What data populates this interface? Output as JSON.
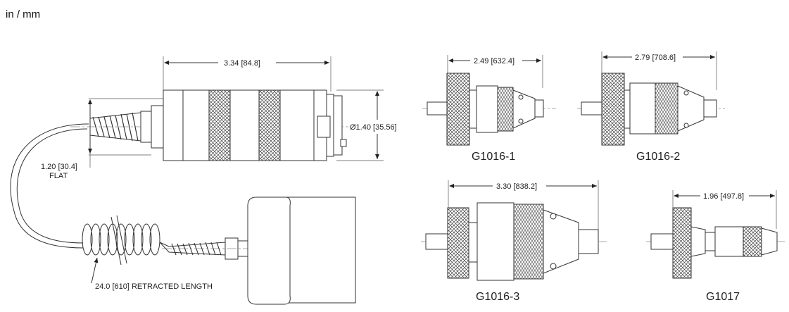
{
  "units_label": "in / mm",
  "main_drawing": {
    "length_dim": "3.34 [84.8]",
    "diameter_dim": "Ø1.40 [35.56]",
    "flat_dim_line1": "1.20 [30.4]",
    "flat_dim_line2": "FLAT",
    "cord_dim": "24.0 [610] RETRACTED LENGTH"
  },
  "accessories": [
    {
      "name": "G1016-1",
      "dim": "2.49 [632.4]"
    },
    {
      "name": "G1016-2",
      "dim": "2.79 [708.6]"
    },
    {
      "name": "G1016-3",
      "dim": "3.30 [838.2]"
    },
    {
      "name": "G1017",
      "dim": "1.96 [497.8]"
    }
  ]
}
